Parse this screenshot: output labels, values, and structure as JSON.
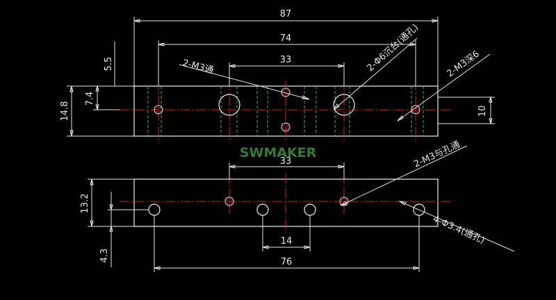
{
  "drawing": {
    "top_view": {
      "dim_overall": "87",
      "dim_outer_holes": "74",
      "dim_center_holes": "33",
      "dim_offset_top": "5.5",
      "dim_height": "14.8",
      "dim_half": "7.4",
      "dim_right": "10",
      "callout_m3_through": "2-M3通",
      "callout_phi6": "2-Φ6沉台(通孔)",
      "callout_m3_depth": "2-M3深6"
    },
    "bottom_view": {
      "dim_center_holes": "33",
      "dim_height": "13.2",
      "dim_lower": "4.3",
      "dim_inner_pitch": "14",
      "dim_outer_pitch": "76",
      "callout_m3_through": "2-M3与孔通",
      "callout_phi34": "4-Φ3.4(通孔)"
    },
    "watermark": "SWMAKER",
    "colors": {
      "background": "#000000",
      "lines": "#e6e6e6",
      "center_lines": "#e01b1b",
      "hidden_lines": "#2ec24a",
      "watermark": "#2e7d32"
    }
  }
}
